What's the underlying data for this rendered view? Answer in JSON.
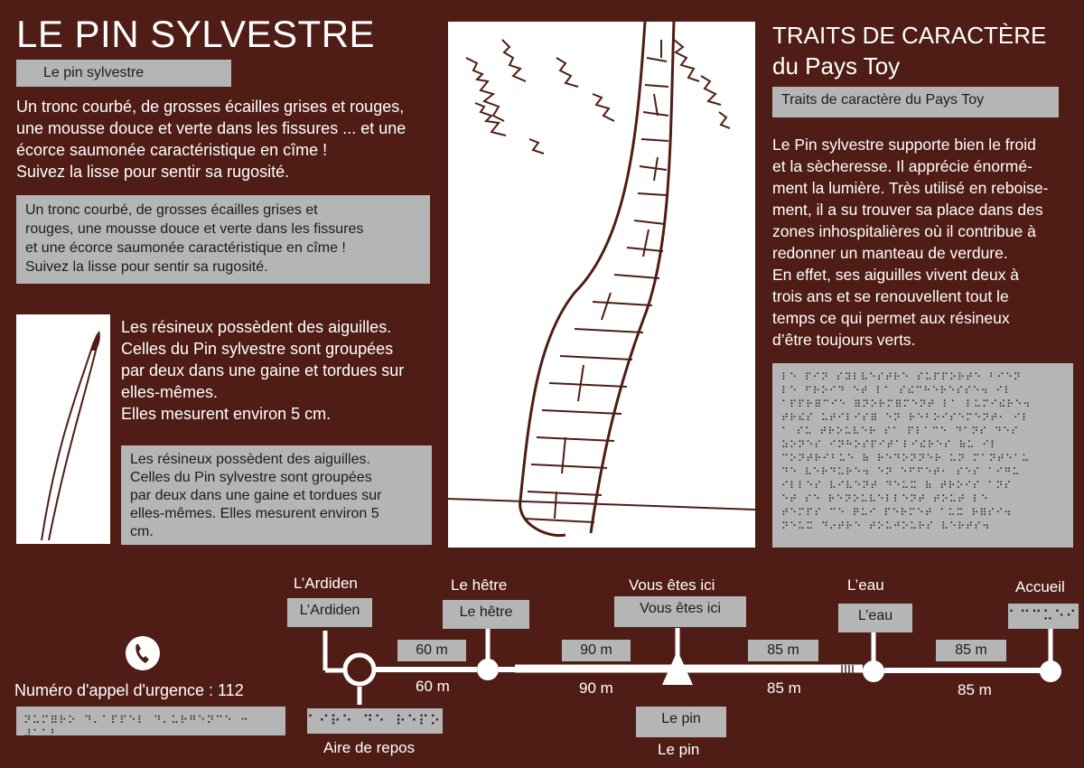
{
  "title": "LE PIN SYLVESTRE",
  "subtitle_box": "Le pin sylvestre",
  "intro": {
    "text_lines": [
      "Un tronc courbé, de grosses écailles grises et rouges,",
      "une mousse douce et verte dans les fissures ... et une",
      "écorce saumonée caractéristique en cîme !",
      "Suivez la lisse pour sentir sa rugosité."
    ],
    "box_lines": [
      "Un tronc courbé, de grosses écailles grises et",
      "rouges, une mousse douce et verte dans les fissures",
      "et une écorce saumonée caractéristique en cîme !",
      "Suivez la lisse pour sentir sa rugosité."
    ]
  },
  "needles": {
    "text_lines": [
      "Les résineux possèdent des aiguilles.",
      "Celles du Pin sylvestre sont groupées",
      "par deux dans une gaine et tordues sur",
      "elles-mêmes.",
      "Elles mesurent environ 5 cm."
    ],
    "box_lines": [
      "Les résineux possèdent des aiguilles.",
      "Celles du Pin sylvestre sont groupées",
      "par deux dans une gaine et tordues sur",
      "elles-mêmes. Elles mesurent environ 5",
      "cm."
    ]
  },
  "traits": {
    "heading_line1": "TRAITS DE CARACTÈRE",
    "heading_line2": "du Pays Toy",
    "box": "Traits de caractère du Pays Toy",
    "text_lines": [
      "Le Pin sylvestre supporte bien le froid",
      "et la sècheresse. Il apprécie énormé-",
      "ment la lumière. Très utilisé en reboise-",
      "ment, il a su trouver sa place dans des",
      "zones inhospitalières où il contribue à",
      "redonner un manteau de verdure.",
      "En effet, ses aiguilles vivent deux à",
      "trois ans et se renouvellent tout le",
      "temps ce qui permet aux résineux",
      "d’être toujours verts."
    ],
    "braille_lines": [
      "⠇⠑ ⠏⠊⠝ ⠎⠽⠇⠧⠑⠎⠞⠗⠑ ⠎⠥⠏⠏⠕⠗⠞⠑ ⠃⠊⠑⠝",
      "⠇⠑ ⠋⠗⠕⠊⠙ ⠑⠞ ⠇⠁ ⠎⠮⠉⠓⠑⠗⠑⠎⠎⠑⠲ ⠊⠇",
      "⠁⠏⠏⠗⠿⠉⠊⠑ ⠿⠝⠕⠗⠍⠿⠍⠑⠝⠞ ⠇⠁ ⠇⠥⠍⠊⠮⠗⠑⠲",
      "⠞⠗⠮⠎ ⠥⠞⠊⠇⠊⠎⠿ ⠑⠝ ⠗⠑⠃⠕⠊⠎⠑⠍⠑⠝⠞⠂ ⠊⠇",
      "⠁ ⠎⠥ ⠞⠗⠕⠥⠧⠑⠗ ⠎⠁ ⠏⠇⠁⠉⠑ ⠙⠁⠝⠎ ⠙⠑⠎",
      "⠵⠕⠝⠑⠎ ⠊⠝⠓⠕⠎⠏⠊⠞⠁⠇⠊⠮⠗⠑⠎ ⠷⠥ ⠊⠇",
      "⠉⠕⠝⠞⠗⠊⠃⠥⠑ ⠷ ⠗⠑⠙⠕⠝⠝⠑⠗ ⠥⠝ ⠍⠁⠝⠞⠑⠁⠥",
      "⠙⠑ ⠧⠑⠗⠙⠥⠗⠑⠲ ⠑⠝ ⠑⠋⠋⠑⠞⠂ ⠎⠑⠎ ⠁⠊⠛⠥",
      "⠊⠇⠇⠑⠎ ⠧⠊⠧⠑⠝⠞ ⠙⠑⠥⠭ ⠷ ⠞⠗⠕⠊⠎ ⠁⠝⠎",
      "⠑⠞ ⠎⠑ ⠗⠑⠝⠕⠥⠧⠑⠇⠇⠑⠝⠞ ⠞⠕⠥⠞ ⠇⠑",
      "⠞⠑⠍⠏⠎ ⠉⠑ ⠟⠥⠊ ⠏⠑⠗⠍⠑⠞ ⠁⠥⠭ ⠗⠿⠎⠊⠲",
      "⠝⠑⠥⠭ ⠙⠔⠞⠗⠑ ⠞⠕⠥⠚⠕⠥⠗⠎ ⠧⠑⠗⠞⠎⠲"
    ]
  },
  "emergency": {
    "label": "Numéro d'appel d'urgence : 112",
    "braille": "⠝⠥⠍⠿⠗⠕ ⠙⠄⠁⠏⠏⠑⠇ ⠙⠄⠥⠗⠛⠑⠝⠉⠑ ⠒ ⠼⠁⠁⠃",
    "icon": "phone-icon"
  },
  "route": {
    "stops": [
      {
        "label": "L’Ardiden",
        "box": "L’Ardiden"
      },
      {
        "label": "Le hêtre",
        "box": "Le hêtre"
      },
      {
        "label": "Vous êtes ici",
        "box": "Vous êtes ici"
      },
      {
        "label": "L’eau",
        "box": "L’eau"
      },
      {
        "label": "Accueil",
        "braille": "⠁⠉⠉⠥⠑⠊⠇"
      }
    ],
    "rest_area": {
      "label": "Aire de repos",
      "braille": "⠁⠊⠗⠑ ⠙⠑ ⠗⠑⠏⠕⠎"
    },
    "here": {
      "label": "Le pin",
      "box": "Le pin"
    },
    "distances": [
      {
        "box": "60 m",
        "label": "60 m"
      },
      {
        "box": "90 m",
        "label": "90 m"
      },
      {
        "box": "85 m",
        "label": "85 m"
      },
      {
        "box": "85 m",
        "label": "85 m"
      }
    ]
  }
}
